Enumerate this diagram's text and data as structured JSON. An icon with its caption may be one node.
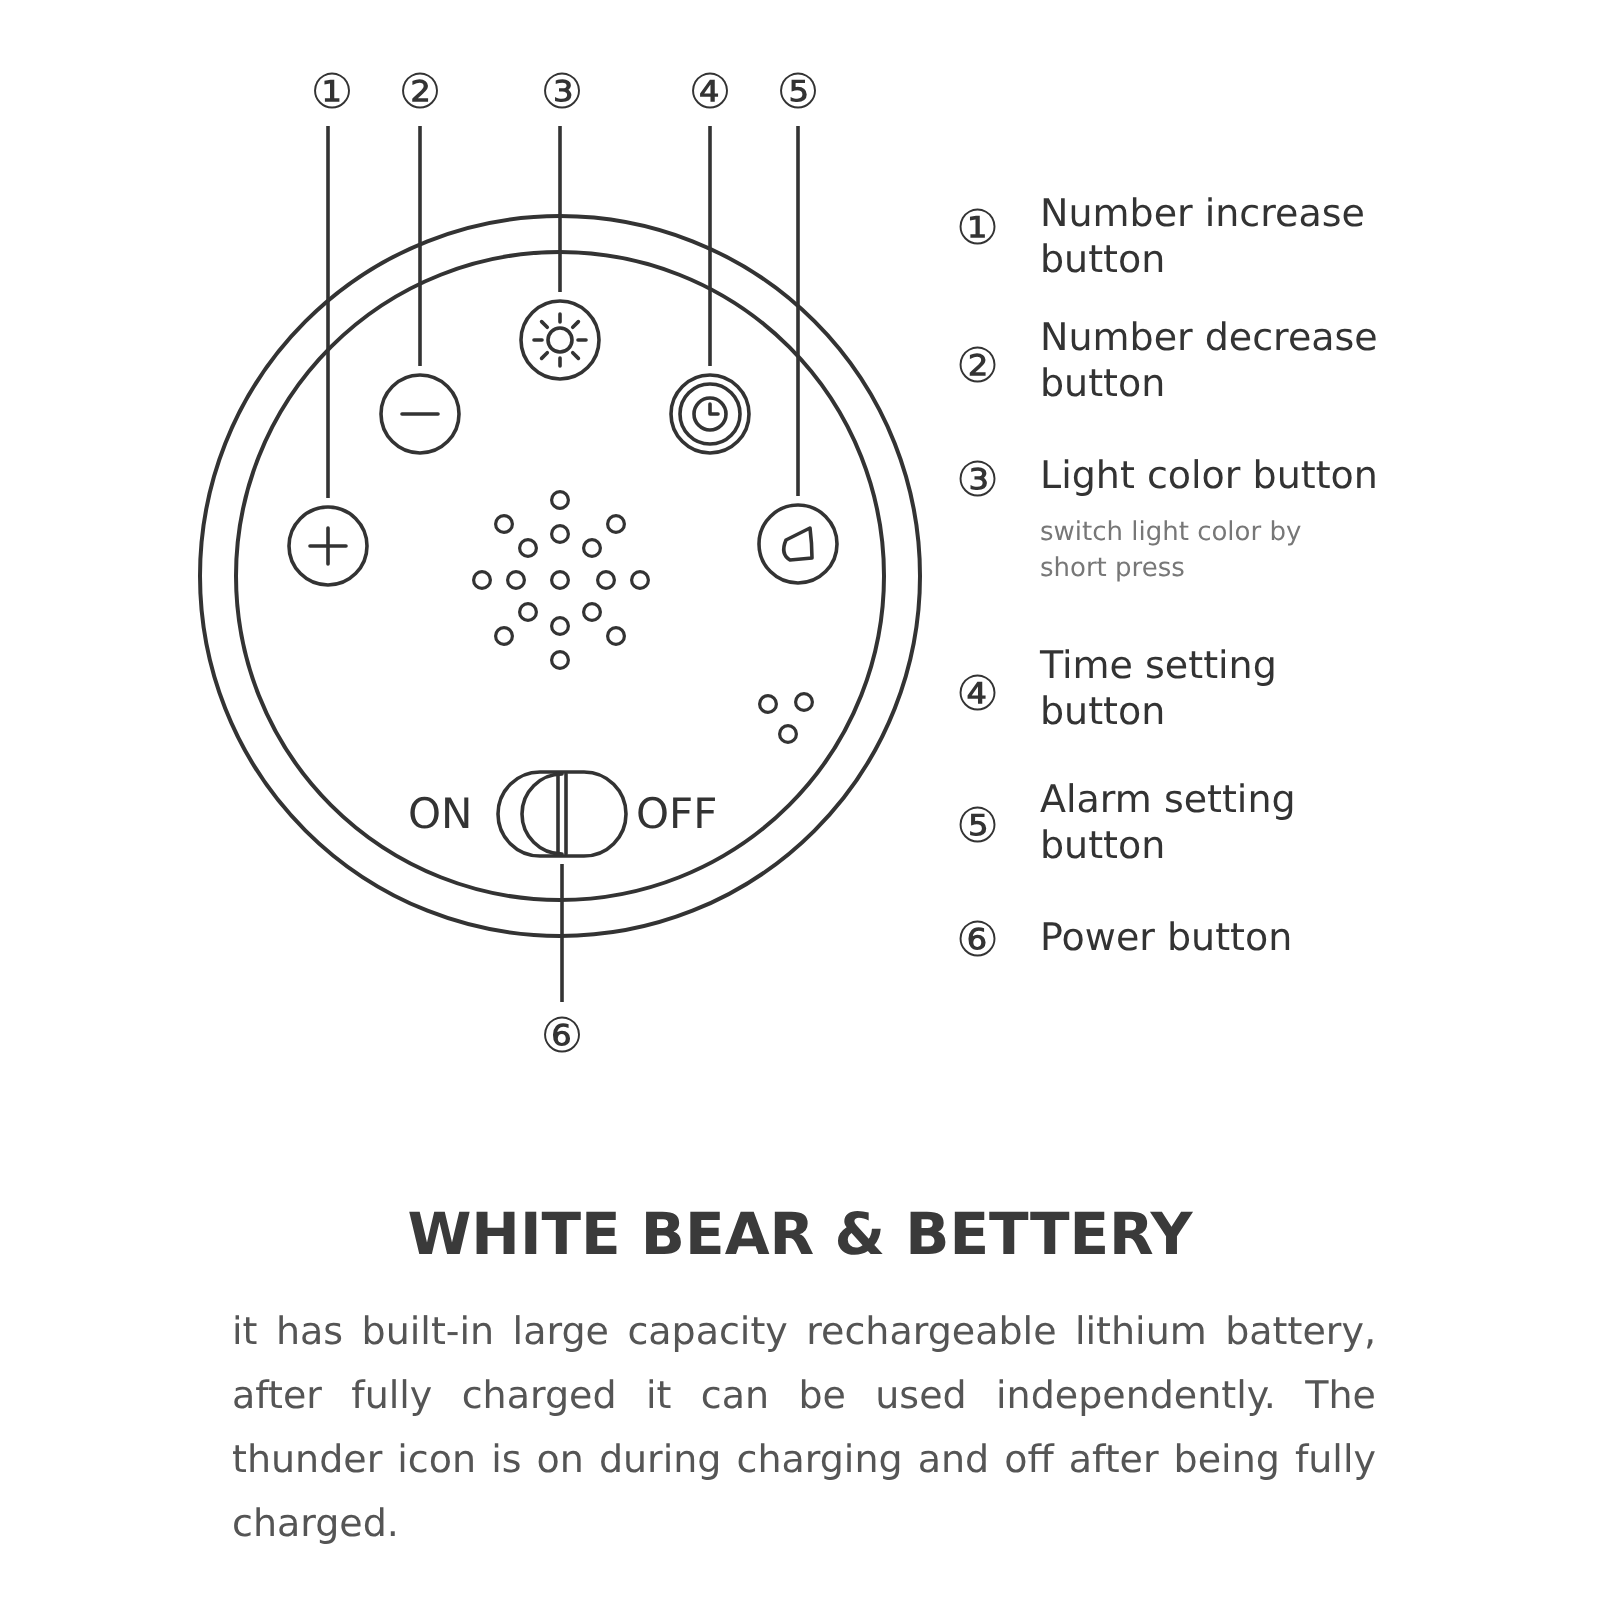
{
  "diagram": {
    "title": "WHITE BEAR & BETTERY",
    "caption": "it has built-in large capacity rechargeable lithium battery, after fully charged it can be used independently. The thunder icon is on during charging and off after being fully charged.",
    "nodes": [
      {
        "text": [
          "①"
        ]
      },
      {
        "text": [
          "②"
        ]
      },
      {
        "text": [
          "③"
        ]
      },
      {
        "text": [
          "④"
        ]
      },
      {
        "text": [
          "⑤"
        ]
      },
      {
        "text": [],
        "shape": "circle"
      },
      {
        "text": [],
        "shape": "circle"
      },
      {
        "text": [],
        "shape": "circle"
      },
      {
        "text": [],
        "shape": "circle"
      },
      {
        "text": [],
        "shape": "circle"
      },
      {
        "text": [],
        "shape": "switch",
        "beside": [
          "ON",
          "OFF"
        ]
      },
      {
        "text": [
          "⑥"
        ]
      }
    ],
    "edges": [
      {
        "from": 0,
        "to": 5,
        "arrow": "none"
      },
      {
        "from": 1,
        "to": 6,
        "arrow": "none"
      },
      {
        "from": 2,
        "to": 7,
        "arrow": "none"
      },
      {
        "from": 3,
        "to": 8,
        "arrow": "none"
      },
      {
        "from": 4,
        "to": 9,
        "arrow": "none"
      },
      {
        "from": 11,
        "to": 10,
        "arrow": "none"
      }
    ],
    "labels": [
      "①",
      "Number increase button",
      "②",
      "Number decrease button",
      "③",
      "Light color button",
      "switch light color by short press",
      "④",
      "Time setting button",
      "⑤",
      "Alarm setting button",
      "⑥",
      "Power button"
    ]
  }
}
